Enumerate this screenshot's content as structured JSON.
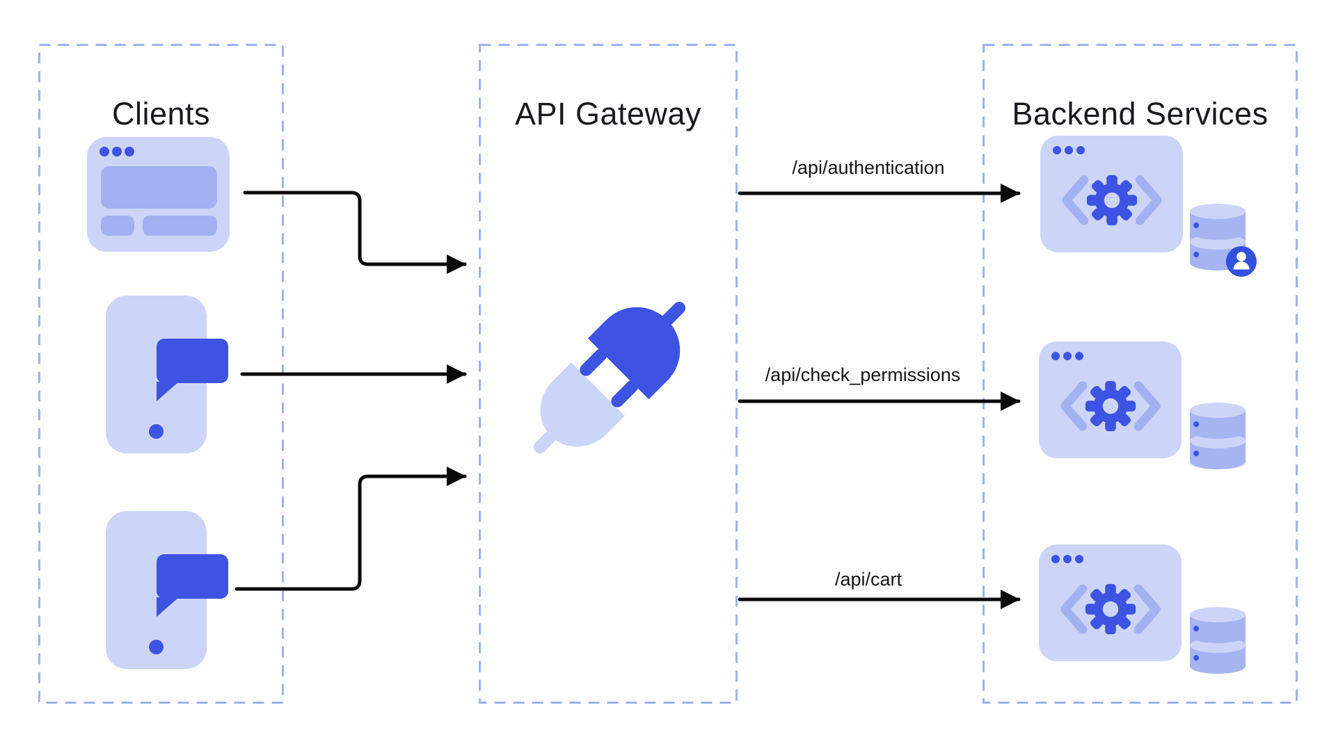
{
  "diagram": {
    "background": "#ffffff",
    "panel_border_color": "#9db2f0",
    "arrow_color": "#0a0a0a",
    "palette": {
      "light_blue": "#ccd5f7",
      "medium_blue": "#a2b1f0",
      "dark_blue": "#3d53e2",
      "title_text": "#18191d",
      "label_text": "#141414"
    },
    "panels": [
      {
        "id": "clients",
        "title": "Clients",
        "icons": [
          "web-browser-client",
          "mobile-chat-client",
          "mobile-chat-client"
        ]
      },
      {
        "id": "api-gateway",
        "title": "API Gateway",
        "icons": [
          "plug-connector"
        ]
      },
      {
        "id": "backend-services",
        "title": "Backend Services",
        "services": [
          {
            "icon": "code-gear-window",
            "datastore": "database-with-user-badge"
          },
          {
            "icon": "code-gear-window",
            "datastore": "database"
          },
          {
            "icon": "code-gear-window",
            "datastore": "database"
          }
        ]
      }
    ],
    "routes": [
      {
        "label": "/api/authentication"
      },
      {
        "label": "/api/check_permissions"
      },
      {
        "label": "/api/cart"
      }
    ],
    "client_to_gateway_arrow_count": 3
  }
}
